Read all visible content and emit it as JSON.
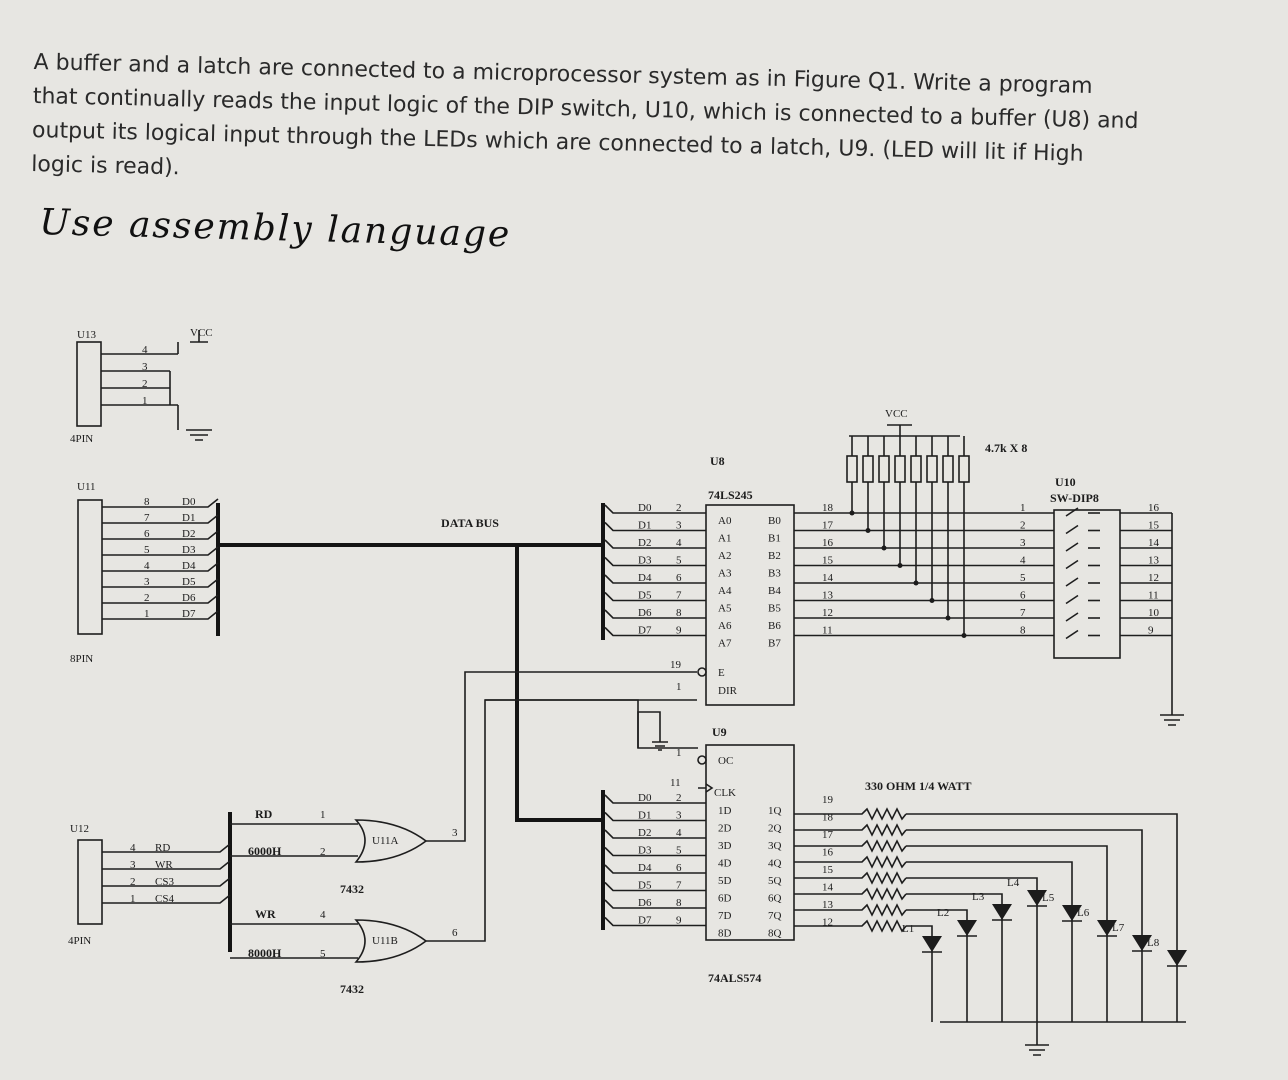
{
  "question": {
    "text": "A buffer and a latch are connected to a microprocessor system as in Figure Q1. Write a program that continually reads the input logic of the DIP switch, U10, which is connected to a buffer (U8) and output its logical input through the LEDs which are connected to a latch, U9. (LED will lit if High logic is read).",
    "handwritten_note": "Use assembly language"
  },
  "schematic": {
    "u13": {
      "name": "U13",
      "package": "4PIN",
      "pins": [
        "4",
        "3",
        "2",
        "1"
      ],
      "supply": "VCC"
    },
    "u11": {
      "name": "U11",
      "package": "8PIN",
      "pins": [
        "8",
        "7",
        "6",
        "5",
        "4",
        "3",
        "2",
        "1"
      ],
      "signals": [
        "D0",
        "D1",
        "D2",
        "D3",
        "D4",
        "D5",
        "D6",
        "D7"
      ]
    },
    "u12": {
      "name": "U12",
      "package": "4PIN",
      "pins": [
        "4",
        "3",
        "2",
        "1"
      ],
      "signals": [
        "RD",
        "WR",
        "CS3",
        "CS4"
      ]
    },
    "data_bus": "DATA BUS",
    "gate_a": {
      "name": "U11A",
      "type": "7432",
      "in1": "RD",
      "in1_pin": "1",
      "in2": "6000H",
      "in2_pin": "2",
      "out_pin": "3"
    },
    "gate_b": {
      "name": "U11B",
      "type": "7432",
      "in1": "WR",
      "in1_pin": "4",
      "in2": "8000H",
      "in2_pin": "5",
      "out_pin": "6"
    },
    "u8": {
      "name": "U8",
      "part": "74LS245",
      "d_labels": [
        "D0",
        "D1",
        "D2",
        "D3",
        "D4",
        "D5",
        "D6",
        "D7"
      ],
      "d_pins": [
        "2",
        "3",
        "4",
        "5",
        "6",
        "7",
        "8",
        "9"
      ],
      "a_labels": [
        "A0",
        "A1",
        "A2",
        "A3",
        "A4",
        "A5",
        "A6",
        "A7"
      ],
      "b_labels": [
        "B0",
        "B1",
        "B2",
        "B3",
        "B4",
        "B5",
        "B6",
        "B7"
      ],
      "b_pins": [
        "18",
        "17",
        "16",
        "15",
        "14",
        "13",
        "12",
        "11"
      ],
      "enable_label": "E",
      "enable_pin": "19",
      "dir_label": "DIR",
      "dir_pin": "1"
    },
    "resistor_pack": {
      "label": "4.7k X 8",
      "supply": "VCC"
    },
    "u10": {
      "name": "U10",
      "part": "SW-DIP8",
      "left_pins": [
        "1",
        "2",
        "3",
        "4",
        "5",
        "6",
        "7",
        "8"
      ],
      "right_pins": [
        "16",
        "15",
        "14",
        "13",
        "12",
        "11",
        "10",
        "9"
      ]
    },
    "u9": {
      "name": "U9",
      "part": "74ALS574",
      "oc_label": "OC",
      "oc_pin": "1",
      "clk_label": "CLK",
      "clk_pin": "11",
      "d_labels": [
        "D0",
        "D1",
        "D2",
        "D3",
        "D4",
        "D5",
        "D6",
        "D7"
      ],
      "d_pins": [
        "2",
        "3",
        "4",
        "5",
        "6",
        "7",
        "8",
        "9"
      ],
      "in_labels": [
        "1D",
        "2D",
        "3D",
        "4D",
        "5D",
        "6D",
        "7D",
        "8D"
      ],
      "out_labels": [
        "1Q",
        "2Q",
        "3Q",
        "4Q",
        "5Q",
        "6Q",
        "7Q",
        "8Q"
      ],
      "q_pins": [
        "19",
        "18",
        "17",
        "16",
        "15",
        "14",
        "13",
        "12"
      ]
    },
    "led_resistors": "330 OHM 1/4 WATT",
    "leds": [
      "L1",
      "L2",
      "L3",
      "L4",
      "L5",
      "L6",
      "L7",
      "L8"
    ]
  }
}
